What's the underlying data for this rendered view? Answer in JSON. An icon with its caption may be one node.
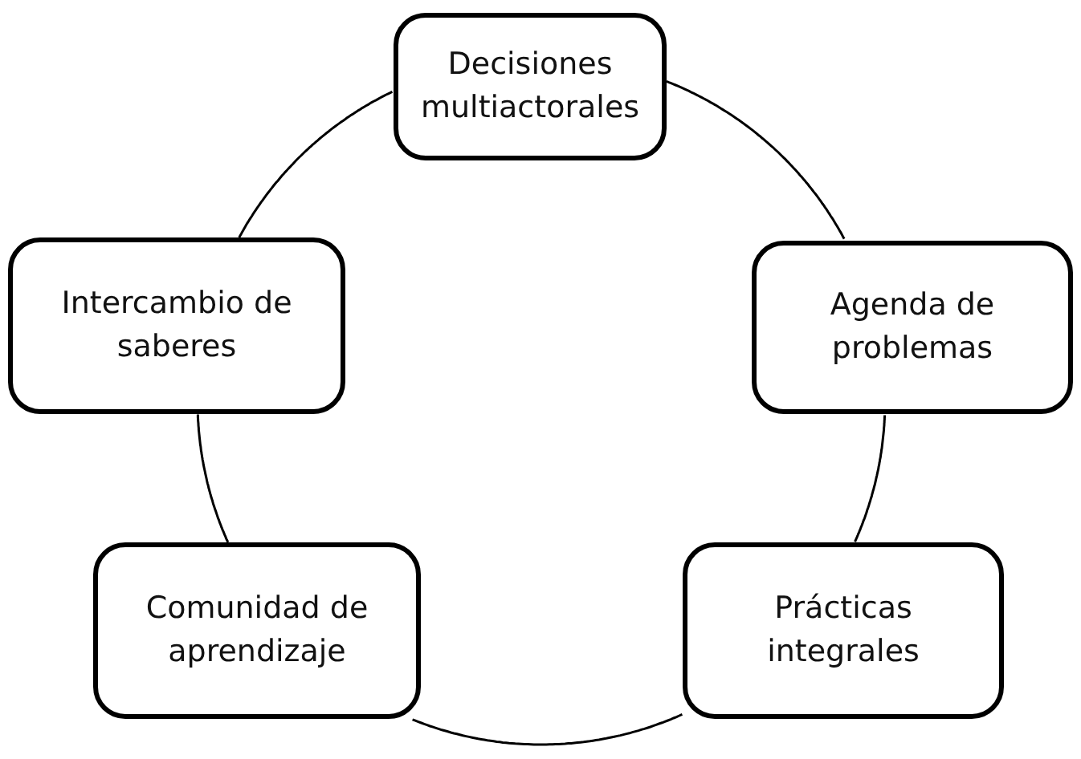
{
  "diagram": {
    "nodes": [
      {
        "text": [
          "Decisiones multiactorales"
        ]
      },
      {
        "text": [
          "Intercambio de saberes"
        ]
      },
      {
        "text": [
          "Agenda de problemas"
        ]
      },
      {
        "text": [
          "Comunidad de aprendizaje"
        ]
      },
      {
        "text": [
          "Prácticas integrales"
        ]
      }
    ],
    "edges": [
      {
        "from": 0,
        "to": 2,
        "arrow": "none"
      },
      {
        "from": 2,
        "to": 4,
        "arrow": "none"
      },
      {
        "from": 4,
        "to": 3,
        "arrow": "none"
      },
      {
        "from": 3,
        "to": 1,
        "arrow": "none"
      },
      {
        "from": 1,
        "to": 0,
        "arrow": "none"
      }
    ]
  }
}
